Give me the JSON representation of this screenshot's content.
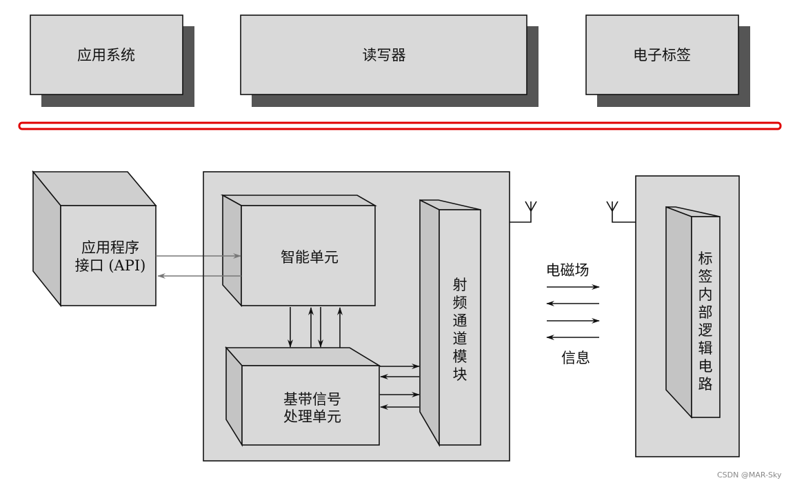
{
  "top_row": {
    "boxes": [
      {
        "label": "应用系统"
      },
      {
        "label": "读写器"
      },
      {
        "label": "电子标签"
      }
    ],
    "highlight_color": "#e00000"
  },
  "diagram": {
    "api_box": {
      "line1": "应用程序",
      "line2": "接口 (API)"
    },
    "smart_unit": "智能单元",
    "baseband_unit": {
      "line1": "基带信号",
      "line2": "处理单元"
    },
    "rf_module": [
      "射",
      "频",
      "通",
      "道",
      "模",
      "块"
    ],
    "field_label": "电磁场",
    "info_label": "信息",
    "tag_logic": [
      "标",
      "签",
      "内",
      "部",
      "逻",
      "辑",
      "电",
      "路"
    ]
  },
  "watermark": "CSDN @MAR-Sky"
}
